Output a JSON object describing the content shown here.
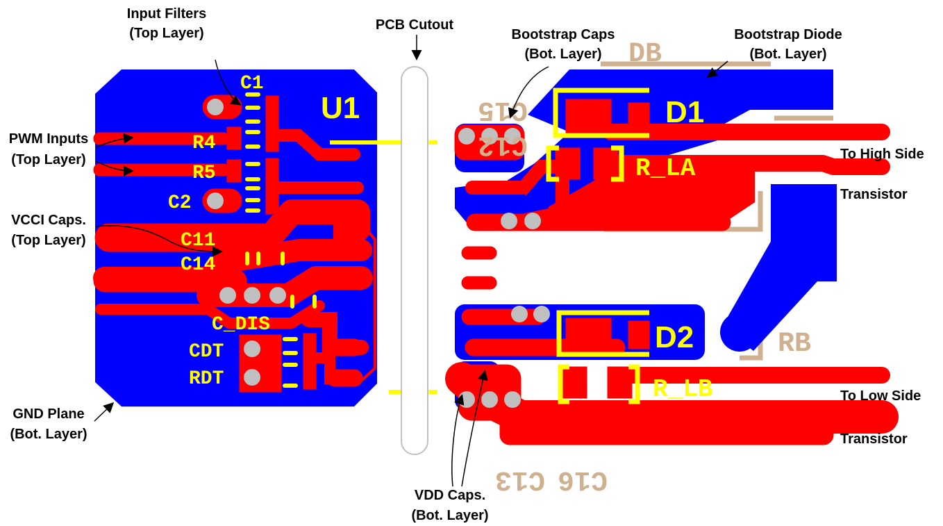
{
  "annotations": {
    "input_filters_l1": "Input Filters",
    "input_filters_l2": "(Top Layer)",
    "pcb_cutout": "PCB Cutout",
    "bootstrap_caps_l1": "Bootstrap Caps",
    "bootstrap_caps_l2": "(Bot. Layer)",
    "bootstrap_diode_l1": "Bootstrap Diode",
    "bootstrap_diode_l2": "(Bot. Layer)",
    "pwm_inputs_l1": "PWM Inputs",
    "pwm_inputs_l2": "(Top Layer)",
    "vcci_caps_l1": "VCCI Caps.",
    "vcci_caps_l2": "(Top Layer)",
    "gnd_plane_l1": "GND Plane",
    "gnd_plane_l2": "(Bot. Layer)",
    "vdd_caps_l1": "VDD Caps.",
    "vdd_caps_l2": "(Bot. Layer)",
    "high_side_l1": "To High Side",
    "high_side_l2": "Transistor",
    "low_side_l1": "To Low Side",
    "low_side_l2": "Transistor"
  },
  "silkscreen": {
    "u1": "U1",
    "c1": "C1",
    "r4": "R4",
    "r5": "R5",
    "c2": "C2",
    "c11": "C11",
    "c14": "C14",
    "c_dis": "C_DIS",
    "cdt": "CDT",
    "rdt": "RDT",
    "d1": "D1",
    "d2": "D2",
    "r_la": "R_LA",
    "r_lb": "R_LB"
  },
  "bottom_silkscreen": {
    "c15": "C15",
    "c12": "C12",
    "db": "DB",
    "rb": "RB",
    "c16": "C16",
    "c13": "C13"
  },
  "colors": {
    "top_copper": "#ff0000",
    "bottom_copper": "#0000ff",
    "top_silk": "#ffff00",
    "bottom_silk": "#cfb18f",
    "via": "#c0c0c0"
  }
}
